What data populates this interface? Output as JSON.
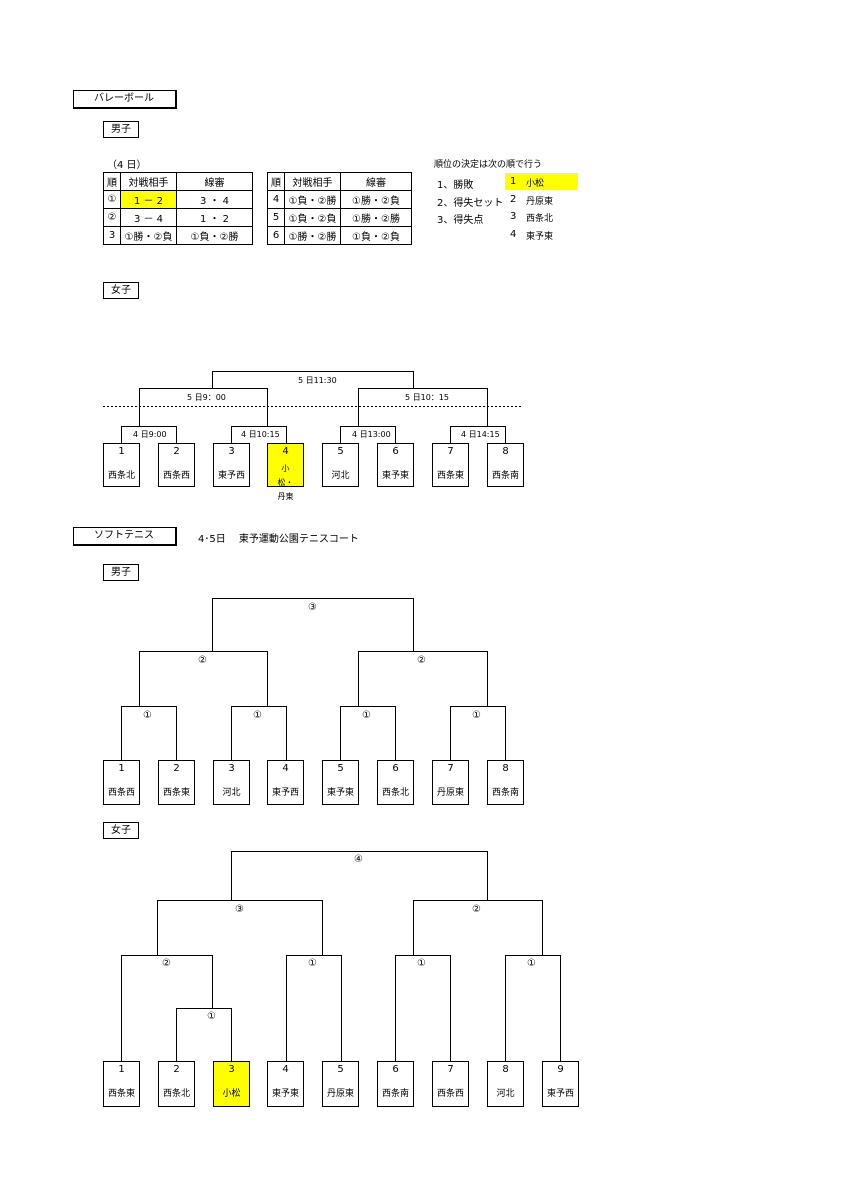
{
  "volleyball": {
    "title": "バレーボール",
    "men_label": "男子",
    "date": "（4 日）",
    "table1": {
      "headers": [
        "順",
        "対戦相手",
        "線審"
      ],
      "rows": [
        [
          "①",
          "1 － 2",
          "3 ・ 4"
        ],
        [
          "②",
          "3 － 4",
          "1 ・ 2"
        ],
        [
          "3",
          "①勝・②負",
          "①負・②勝"
        ]
      ]
    },
    "table2": {
      "headers": [
        "順",
        "対戦相手",
        "線審"
      ],
      "rows": [
        [
          "4",
          "①負・②勝",
          "①勝・②負"
        ],
        [
          "5",
          "①負・②負",
          "①勝・②勝"
        ],
        [
          "6",
          "①勝・②勝",
          "①負・②負"
        ]
      ]
    },
    "ranking_note": "順位の決定は次の順で行う",
    "criteria": [
      "1、勝敗",
      "2、得失セット",
      "3、得失点"
    ],
    "ranking": [
      {
        "num": "1",
        "name": "小松"
      },
      {
        "num": "2",
        "name": "丹原東"
      },
      {
        "num": "3",
        "name": "西条北"
      },
      {
        "num": "4",
        "name": "東予東"
      }
    ],
    "women_label": "女子",
    "women_times": {
      "final": "5 日11:30",
      "semi1": "5 日9：00",
      "semi2": "5 日10：15",
      "r1": "4 日9:00",
      "r2": "4 日10:15",
      "r3": "4 日13:00",
      "r4": "4 日14:15"
    },
    "women_teams": [
      {
        "num": "1",
        "name": "西条北"
      },
      {
        "num": "2",
        "name": "西条西"
      },
      {
        "num": "3",
        "name": "東予西"
      },
      {
        "num": "4",
        "name": "小松・丹東"
      },
      {
        "num": "5",
        "name": "河北"
      },
      {
        "num": "6",
        "name": "東予東"
      },
      {
        "num": "7",
        "name": "西条東"
      },
      {
        "num": "8",
        "name": "西条南"
      }
    ]
  },
  "softtennis": {
    "title": "ソフトテニス",
    "info": "4･5日　 東予運動公園テニスコート",
    "men_label": "男子",
    "men_marks": {
      "final": "③",
      "semi1": "②",
      "semi2": "②",
      "r1": "①",
      "r2": "①",
      "r3": "①",
      "r4": "①"
    },
    "men_teams": [
      {
        "num": "1",
        "name": "西条西"
      },
      {
        "num": "2",
        "name": "西条東"
      },
      {
        "num": "3",
        "name": "河北"
      },
      {
        "num": "4",
        "name": "東予西"
      },
      {
        "num": "5",
        "name": "東予東"
      },
      {
        "num": "6",
        "name": "西条北"
      },
      {
        "num": "7",
        "name": "丹原東"
      },
      {
        "num": "8",
        "name": "西条南"
      }
    ],
    "women_label": "女子",
    "women_marks": {
      "final": "④",
      "semi1": "③",
      "semi2": "②",
      "q1": "②",
      "q2": "①",
      "q3": "①",
      "q4": "①",
      "pre": "①"
    },
    "women_teams": [
      {
        "num": "1",
        "name": "西条東"
      },
      {
        "num": "2",
        "name": "西条北"
      },
      {
        "num": "3",
        "name": "小松"
      },
      {
        "num": "4",
        "name": "東予東"
      },
      {
        "num": "5",
        "name": "丹原東"
      },
      {
        "num": "6",
        "name": "西条南"
      },
      {
        "num": "7",
        "name": "西条西"
      },
      {
        "num": "8",
        "name": "河北"
      },
      {
        "num": "9",
        "name": "東予西"
      }
    ]
  },
  "colors": {
    "highlight": "#ffff00"
  }
}
